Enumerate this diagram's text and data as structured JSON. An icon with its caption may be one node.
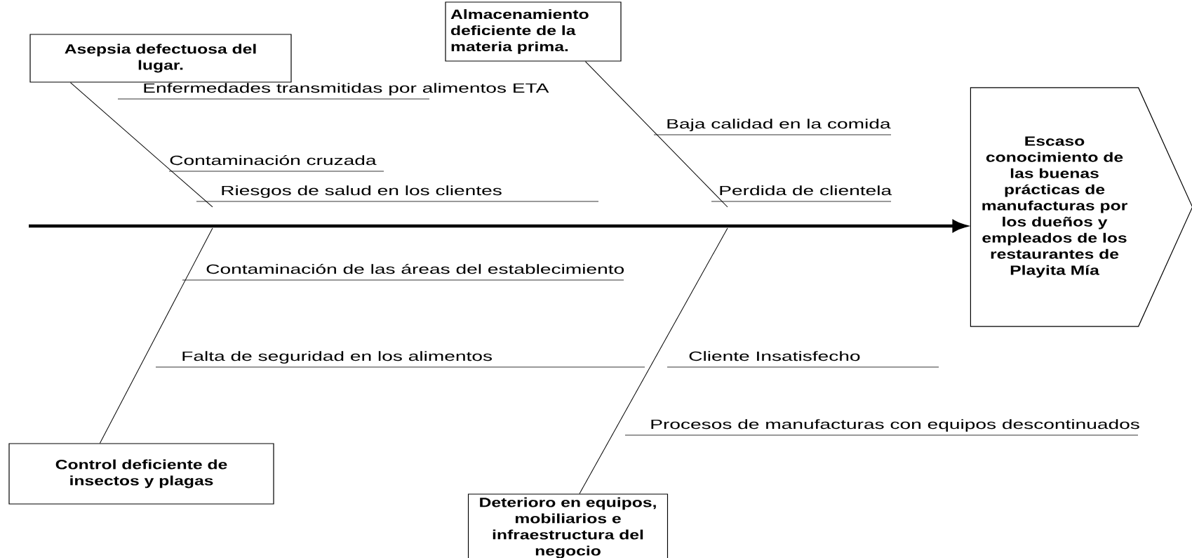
{
  "diagram": {
    "nodes": [
      {
        "text": [
          "Asepsia defectuosa del lugar."
        ]
      },
      {
        "text": [
          "Almacenamiento deficiente de la materia prima."
        ]
      },
      {
        "text": [
          "Escaso conocimiento de las buenas prácticas de manufacturas por los dueños y empleados de los restaurantes de Playita Mía"
        ]
      },
      {
        "text": [
          "Control deficiente de insectos y plagas"
        ]
      },
      {
        "text": [
          "Deterioro en equipos, mobiliarios e infraestructura del negocio"
        ]
      }
    ],
    "edges": [
      {
        "from": null,
        "to": 2,
        "arrow": "to",
        "style": "thick"
      },
      {
        "from": 0,
        "to": null,
        "arrow": "none"
      },
      {
        "from": 1,
        "to": null,
        "arrow": "none"
      },
      {
        "from": 3,
        "to": null,
        "arrow": "none"
      },
      {
        "from": 4,
        "to": null,
        "arrow": "none"
      }
    ],
    "labels": [
      "Enfermedades transmitidas por alimentos ETA",
      "Baja calidad en la comida",
      "Contaminación cruzada",
      "Riesgos de salud en los clientes",
      "Perdida de clientela",
      "Contaminación de las áreas del establecimiento",
      "Falta de seguridad en los alimentos",
      "Cliente Insatisfecho",
      "Procesos de manufacturas con equipos descontinuados"
    ]
  }
}
